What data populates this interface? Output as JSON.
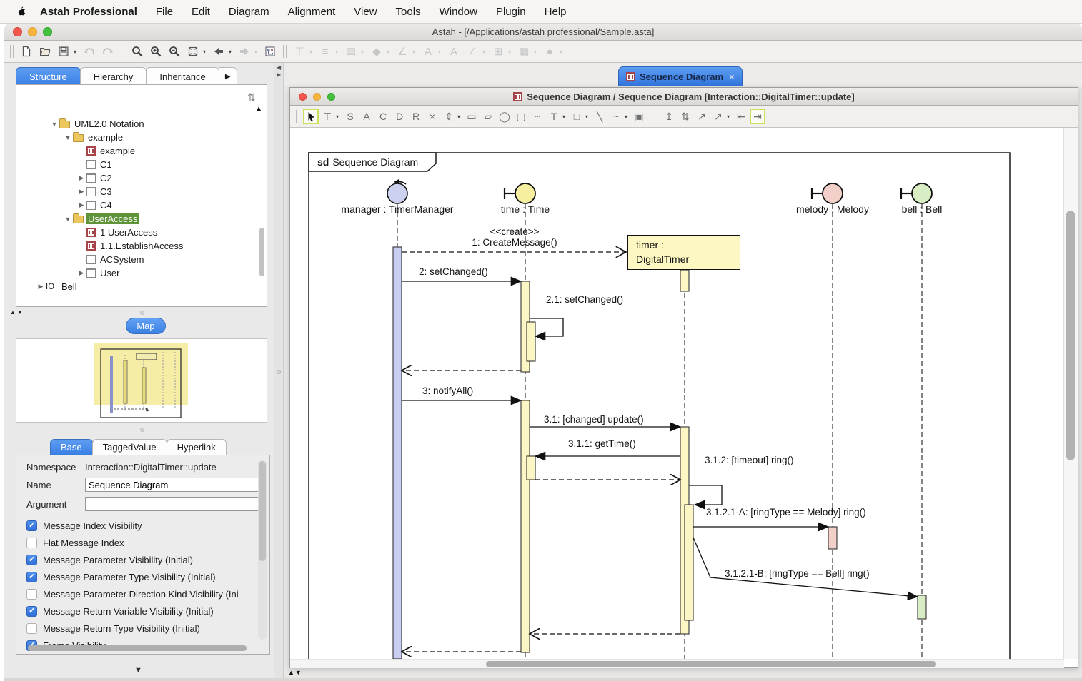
{
  "menu_bar": {
    "app_name": "Astah Professional",
    "items": [
      "File",
      "Edit",
      "Diagram",
      "Alignment",
      "View",
      "Tools",
      "Window",
      "Plugin",
      "Help"
    ]
  },
  "window": {
    "title": "Astah - [/Applications/astah professional/Sample.asta]"
  },
  "main_toolbar": {
    "icons": [
      "new-file",
      "open",
      "save",
      "undo",
      "redo",
      "zoom",
      "zoom-in",
      "zoom-out",
      "fit-to-window",
      "back",
      "forward",
      "diagram-structure",
      "align-vertical",
      "align-horizontal",
      "order",
      "color",
      "line-color",
      "font-color",
      "font",
      "line",
      "grid",
      "layout",
      "appearance"
    ]
  },
  "left_panel": {
    "tabs": [
      "Structure",
      "Hierarchy",
      "Inheritance"
    ],
    "selected_tab": "Structure",
    "tree": [
      {
        "label": "UML2.0 Notation",
        "icon": "folder",
        "expander": "open",
        "indent": 2
      },
      {
        "label": "example",
        "icon": "folder",
        "expander": "open",
        "indent": 3
      },
      {
        "label": "example",
        "icon": "sequence",
        "expander": "none",
        "indent": 4
      },
      {
        "label": "C1",
        "icon": "class",
        "expander": "none",
        "indent": 4
      },
      {
        "label": "C2",
        "icon": "class",
        "expander": "closed",
        "indent": 4
      },
      {
        "label": "C3",
        "icon": "class",
        "expander": "closed",
        "indent": 4
      },
      {
        "label": "C4",
        "icon": "class",
        "expander": "closed",
        "indent": 4
      },
      {
        "label": "UserAccess",
        "icon": "folder",
        "expander": "open",
        "indent": 3,
        "selected": true
      },
      {
        "label": "1 UserAccess",
        "icon": "sequence",
        "expander": "none",
        "indent": 4
      },
      {
        "label": "1.1.EstablishAccess",
        "icon": "sequence",
        "expander": "none",
        "indent": 4
      },
      {
        "label": "ACSystem",
        "icon": "class",
        "expander": "none",
        "indent": 4
      },
      {
        "label": "User",
        "icon": "class",
        "expander": "closed",
        "indent": 4
      },
      {
        "label": "Bell",
        "icon": "lifeline",
        "expander": "closed",
        "indent": 1
      }
    ],
    "map": {
      "label": "Map"
    },
    "prop_tabs": [
      "Base",
      "TaggedValue",
      "Hyperlink"
    ],
    "selected_prop_tab": "Base",
    "properties": {
      "namespace_label": "Namespace",
      "namespace_value": "Interaction::DigitalTimer::update",
      "name_label": "Name",
      "name_value": "Sequence Diagram",
      "argument_label": "Argument",
      "argument_value": ""
    },
    "checkboxes": [
      {
        "label": "Message Index Visibility",
        "checked": true
      },
      {
        "label": "Flat Message Index",
        "checked": false
      },
      {
        "label": "Message Parameter Visibility (Initial)",
        "checked": true
      },
      {
        "label": "Message Parameter Type Visibility (Initial)",
        "checked": true
      },
      {
        "label": "Message Parameter Direction Kind Visibility (Ini",
        "checked": false
      },
      {
        "label": "Message Return Variable Visibility (Initial)",
        "checked": true
      },
      {
        "label": "Message Return Type Visibility (Initial)",
        "checked": false
      },
      {
        "label": "Frame Visibility",
        "checked": true
      }
    ]
  },
  "document_tab": {
    "label": "Sequence Diagram"
  },
  "inner_window": {
    "title": "Sequence Diagram / Sequence Diagram [Interaction::DigitalTimer::update]"
  },
  "diagram_toolbar": {
    "icons": [
      {
        "name": "select-tool",
        "glyph": "",
        "highlight": true
      },
      {
        "name": "lifeline-tool",
        "glyph": "⊤",
        "dropdown": true
      },
      {
        "name": "sync-message-tool",
        "glyph": "S"
      },
      {
        "name": "async-message-tool",
        "glyph": "A"
      },
      {
        "name": "create-message-tool",
        "glyph": "C"
      },
      {
        "name": "destroy-message-tool",
        "glyph": "D"
      },
      {
        "name": "reply-message-tool",
        "glyph": "R"
      },
      {
        "name": "stop-tool",
        "glyph": "×"
      },
      {
        "name": "duration-tool",
        "glyph": "⇕",
        "dropdown": true
      },
      {
        "name": "frame-tool",
        "glyph": "▭"
      },
      {
        "name": "combined-fragment-tool",
        "glyph": "▱"
      },
      {
        "name": "interaction-use-tool",
        "glyph": "◯"
      },
      {
        "name": "note-tool",
        "glyph": "▢"
      },
      {
        "name": "note-anchor-tool",
        "glyph": "┄"
      },
      {
        "name": "text-tool",
        "glyph": "T",
        "dropdown": true
      },
      {
        "name": "rect-tool",
        "glyph": "□",
        "dropdown": true
      },
      {
        "name": "line-tool",
        "glyph": "╲"
      },
      {
        "name": "curve-tool",
        "glyph": "~",
        "dropdown": true
      },
      {
        "name": "image-tool",
        "glyph": "▣"
      },
      {
        "name": "adjust-vertical-tool",
        "glyph": "↥"
      },
      {
        "name": "adjust-spacing-tool",
        "glyph": "⇅"
      },
      {
        "name": "pin-tool",
        "glyph": "↗"
      },
      {
        "name": "trace-tool",
        "glyph": "↗",
        "dropdown": true
      },
      {
        "name": "fit-width-tool",
        "glyph": "⇤"
      },
      {
        "name": "auto-adjust-tool",
        "glyph": "⇥",
        "highlight": true
      }
    ]
  },
  "diagram": {
    "frame": {
      "keyword": "sd",
      "name": "Sequence Diagram"
    },
    "lifelines": [
      {
        "label": "manager : TimerManager",
        "head": "active-object",
        "color": "#ccd1f0"
      },
      {
        "label": "time : Time",
        "head": "lifeline",
        "color": "#f7efa0"
      },
      {
        "label": "timer :",
        "label2": "DigitalTimer",
        "head": "box",
        "color": "#fdf8c2"
      },
      {
        "label": "melody : Melody",
        "head": "lifeline",
        "color": "#f2cfc9"
      },
      {
        "label": "bell : Bell",
        "head": "lifeline",
        "color": "#d8edc4"
      }
    ],
    "messages": [
      {
        "stereotype": "<<create>>",
        "label": "1: CreateMessage()"
      },
      {
        "label": "2: setChanged()"
      },
      {
        "label": "2.1: setChanged()"
      },
      {
        "label": "3: notifyAll()"
      },
      {
        "label": "3.1: [changed] update()"
      },
      {
        "label": "3.1.1: getTime()"
      },
      {
        "label": "3.1.2: [timeout] ring()"
      },
      {
        "label": "3.1.2.1-A: [ringType == Melody] ring()"
      },
      {
        "label": "3.1.2.1-B: [ringType == Bell] ring()"
      }
    ]
  }
}
